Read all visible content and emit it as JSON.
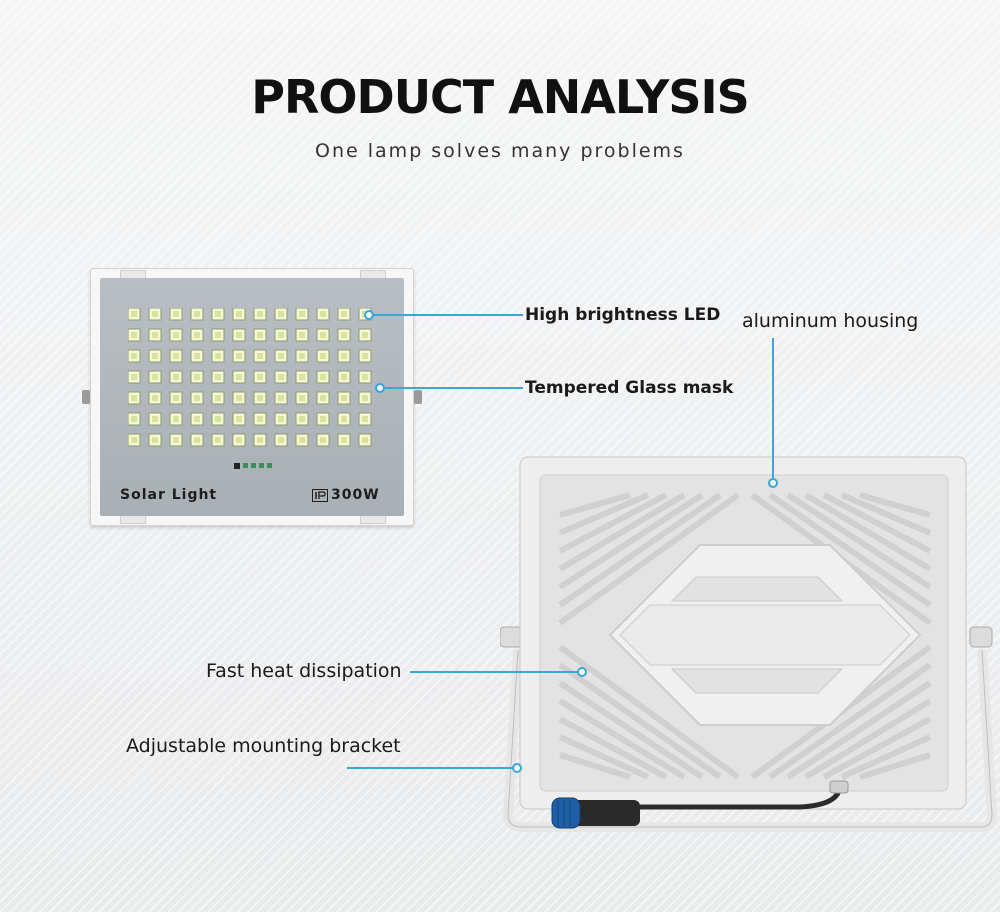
{
  "header": {
    "title": "PRODUCT ANALYSIS",
    "subtitle": "One lamp solves many problems"
  },
  "front_light": {
    "brand_label": "Solar  Light",
    "rating_label": "300W",
    "rating_icon": "ip-rating-icon"
  },
  "callouts": {
    "led": "High brightness LED",
    "glass": "Tempered Glass mask",
    "housing": "aluminum housing",
    "heat": "Fast heat dissipation",
    "bracket": "Adjustable mounting bracket"
  },
  "colors": {
    "accent": "#3aa6d8",
    "title": "#111111"
  }
}
